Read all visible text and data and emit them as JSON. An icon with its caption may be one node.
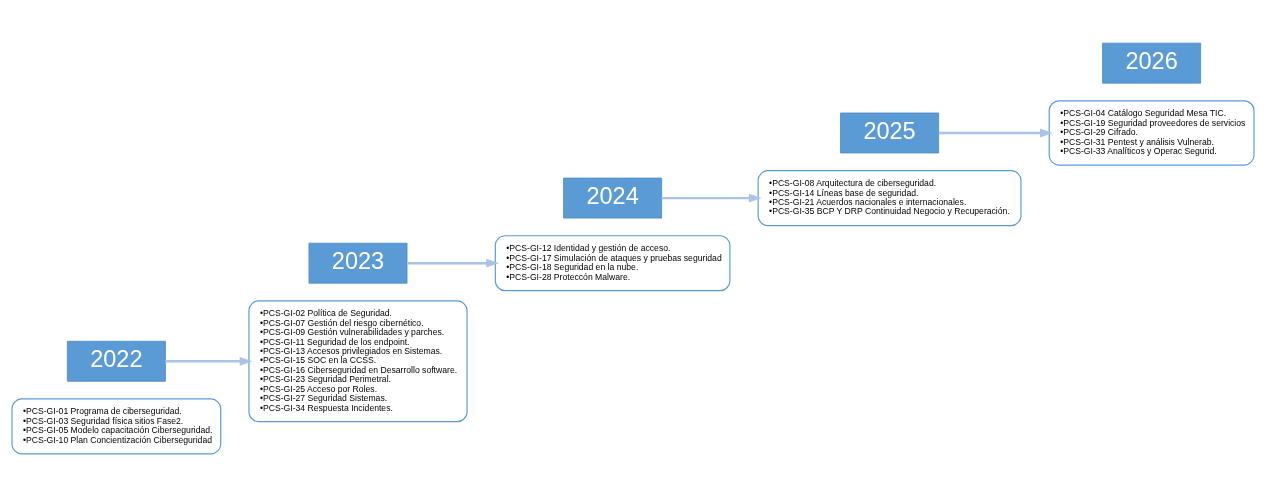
{
  "diagram": {
    "nodes": [
      {
        "text": [
          "•PCS-GI-01 Programa de ciberseguridad.",
          "•PCS-GI-03 Seguridad física sitios Fase2.",
          "•PCS-GI-05 Modelo capacitación Ciberseguridad.",
          "•PCS-GI-10 Plan Concientización Ciberseguridad"
        ]
      },
      {
        "text": [
          "2022"
        ]
      },
      {
        "text": [
          "2023"
        ]
      },
      {
        "text": [
          "•PCS-GI-02 Política de Seguridad.",
          "•PCS-GI-07 Gestión del riesgo cibernético.",
          "•PCS-GI-09 Gestión vulnerabilidades y parches.",
          "•PCS-GI-11 Seguridad de los endpoint.",
          "•PCS-GI-13 Accesos privilegiados en Sistemas.",
          "•PCS-GI-15 SOC en la CCSS.",
          "•PCS-GI-16 Ciberseguridad en Desarrollo software.",
          "•PCS-GI-23 Seguridad Perimetral.",
          "•PCS-GI-25 Acceso por Roles.",
          "•PCS-GI-27 Seguridad Sistemas.",
          "•PCS-GI-34 Respuesta Incidentes."
        ]
      },
      {
        "text": [
          "•PCS-GI-12 Identidad y gestión de acceso.",
          "•PCS-GI-17 Simulación de ataques y pruebas seguridad",
          "•PCS-GI-18 Seguridad en la nube.",
          "•PCS-GI-28 Proteccón Malware."
        ]
      },
      {
        "text": [
          "2024"
        ]
      },
      {
        "text": [
          "2025"
        ]
      },
      {
        "text": [
          "•PCS-GI-08 Arquitectura de ciberseguridad.",
          "•PCS-GI-14 Líneas base de seguridad.",
          "•PCS-GI-21 Acuerdos nacionales e internacionales.",
          "•PCS-GI-35 BCP Y DRP Continuidad Negocio y Recuperación."
        ]
      },
      {
        "text": [
          "•PCS-GI-04 Catálogo Seguridad Mesa TIC.",
          "•PCS-GI-19 Seguridad proveedores de servicios",
          "•PCS-GI-29 Cifrado.",
          "•PCS-GI-31 Pentest y análisis Vulnerab.",
          "•PCS-GI-33 Analíticos y Operac Segurid."
        ]
      },
      {
        "text": [
          "2026"
        ]
      }
    ],
    "edges": [
      {
        "from": 1,
        "to": 3,
        "arrow": "to"
      },
      {
        "from": 2,
        "to": 4,
        "arrow": "to"
      },
      {
        "from": 5,
        "to": 7,
        "arrow": "to"
      },
      {
        "from": 6,
        "to": 8,
        "arrow": "to"
      }
    ]
  }
}
